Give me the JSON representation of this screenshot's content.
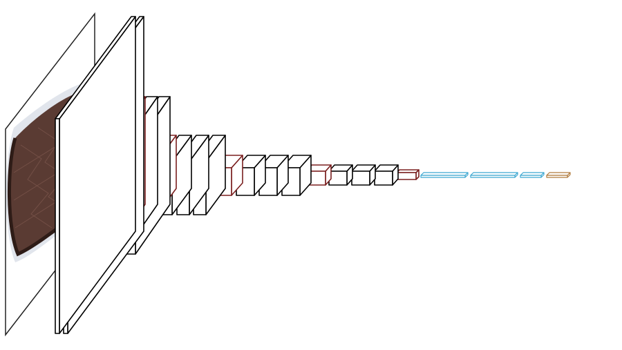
{
  "diagram": {
    "title": "",
    "style": "3d-layer-stack",
    "input": {
      "kind": "image",
      "subject": "shoe-sole-photo",
      "colors": {
        "sole": "#5a3b33",
        "sole_dark": "#2e1c17",
        "halo": "#b9c2d6"
      }
    },
    "colors": {
      "conv": "#000000",
      "pool": "#7a1f1f",
      "dense": "#3aa6d0",
      "output": "#b07a3c",
      "face": "#ffffff"
    },
    "layers": [
      {
        "kind": "conv"
      },
      {
        "kind": "conv"
      },
      {
        "kind": "pool"
      },
      {
        "kind": "conv"
      },
      {
        "kind": "conv"
      },
      {
        "kind": "pool"
      },
      {
        "kind": "conv"
      },
      {
        "kind": "conv"
      },
      {
        "kind": "conv"
      },
      {
        "kind": "pool"
      },
      {
        "kind": "conv"
      },
      {
        "kind": "conv"
      },
      {
        "kind": "conv"
      },
      {
        "kind": "pool"
      },
      {
        "kind": "conv"
      },
      {
        "kind": "conv"
      },
      {
        "kind": "conv"
      },
      {
        "kind": "pool"
      },
      {
        "kind": "dense"
      },
      {
        "kind": "dense"
      },
      {
        "kind": "dense"
      },
      {
        "kind": "output"
      }
    ]
  }
}
